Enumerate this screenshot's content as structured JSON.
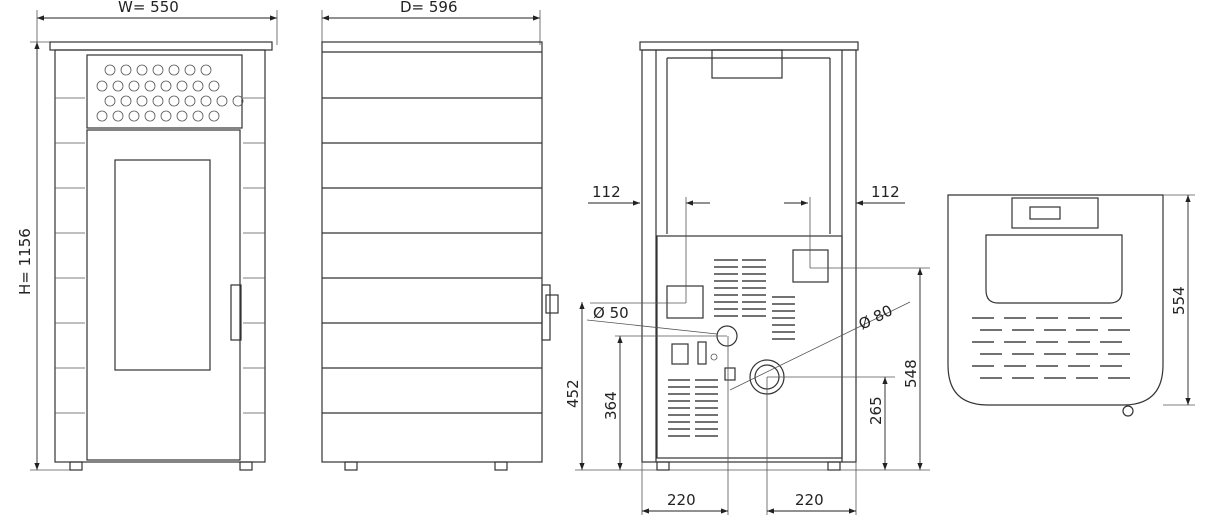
{
  "front_view": {
    "width_label": "W= 550",
    "height_label": "H= 1156"
  },
  "side_view": {
    "depth_label": "D= 596"
  },
  "rear_view": {
    "dim_left_offset": "112",
    "dim_right_offset": "112",
    "dim_diameter_small": "Ø 50",
    "dim_diameter_large": "Ø 80",
    "dim_height_452": "452",
    "dim_height_364": "364",
    "dim_height_265": "265",
    "dim_height_548": "548",
    "dim_bottom_left": "220",
    "dim_bottom_right": "220"
  },
  "top_view": {
    "dim_depth": "554"
  },
  "colors": {
    "line": "#333333",
    "background": "#ffffff"
  }
}
